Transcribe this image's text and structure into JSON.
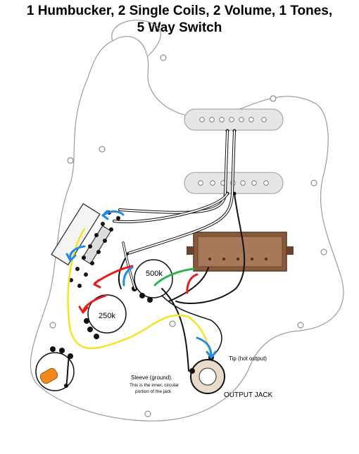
{
  "title": {
    "line1": "1 Humbucker, 2 Single Coils, 2 Volume, 1 Tones,",
    "line2": "5 Way Switch"
  },
  "pots": {
    "volume_large": "500k",
    "volume_small": "250k"
  },
  "jack": {
    "tip_label": "Tip (hot output)",
    "sleeve_label": "Sleeve (ground).",
    "sleeve_note_1": "This is the inner, circular",
    "sleeve_note_2": "portion of the jack",
    "output_label": "OUTPUT JACK"
  },
  "colors": {
    "wire_red": "#e41e1e",
    "wire_blue": "#1e8be6",
    "wire_green": "#2db34a",
    "wire_yellow": "#f2e422",
    "wire_black": "#111111",
    "wire_white": "#ffffff",
    "humbucker_body": "#8a5a3c",
    "capacitor": "#f08a1c"
  }
}
